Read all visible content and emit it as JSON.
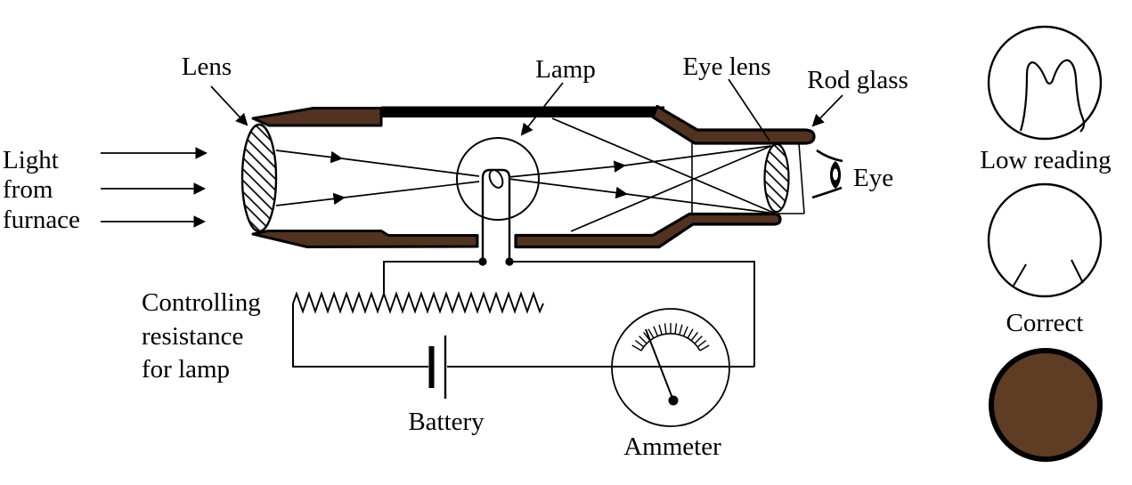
{
  "diagram": {
    "title_hint": "Optical pyrometer schematic",
    "labels": {
      "lens": "Lens",
      "lamp": "Lamp",
      "eye_lens": "Eye lens",
      "rod_glass": "Rod glass",
      "eye": "Eye",
      "light_line1": "Light",
      "light_line2": "from",
      "light_line3": "furnace",
      "resistance_line1": "Controlling",
      "resistance_line2": "resistance",
      "resistance_line3": "for lamp",
      "battery": "Battery",
      "ammeter": "Ammeter",
      "low_reading": "Low reading",
      "correct": "Correct"
    },
    "colors": {
      "line": "#000000",
      "wall_brown": "#523221",
      "filament_circle_brown": "#5e3d24",
      "background": "#ffffff"
    }
  }
}
